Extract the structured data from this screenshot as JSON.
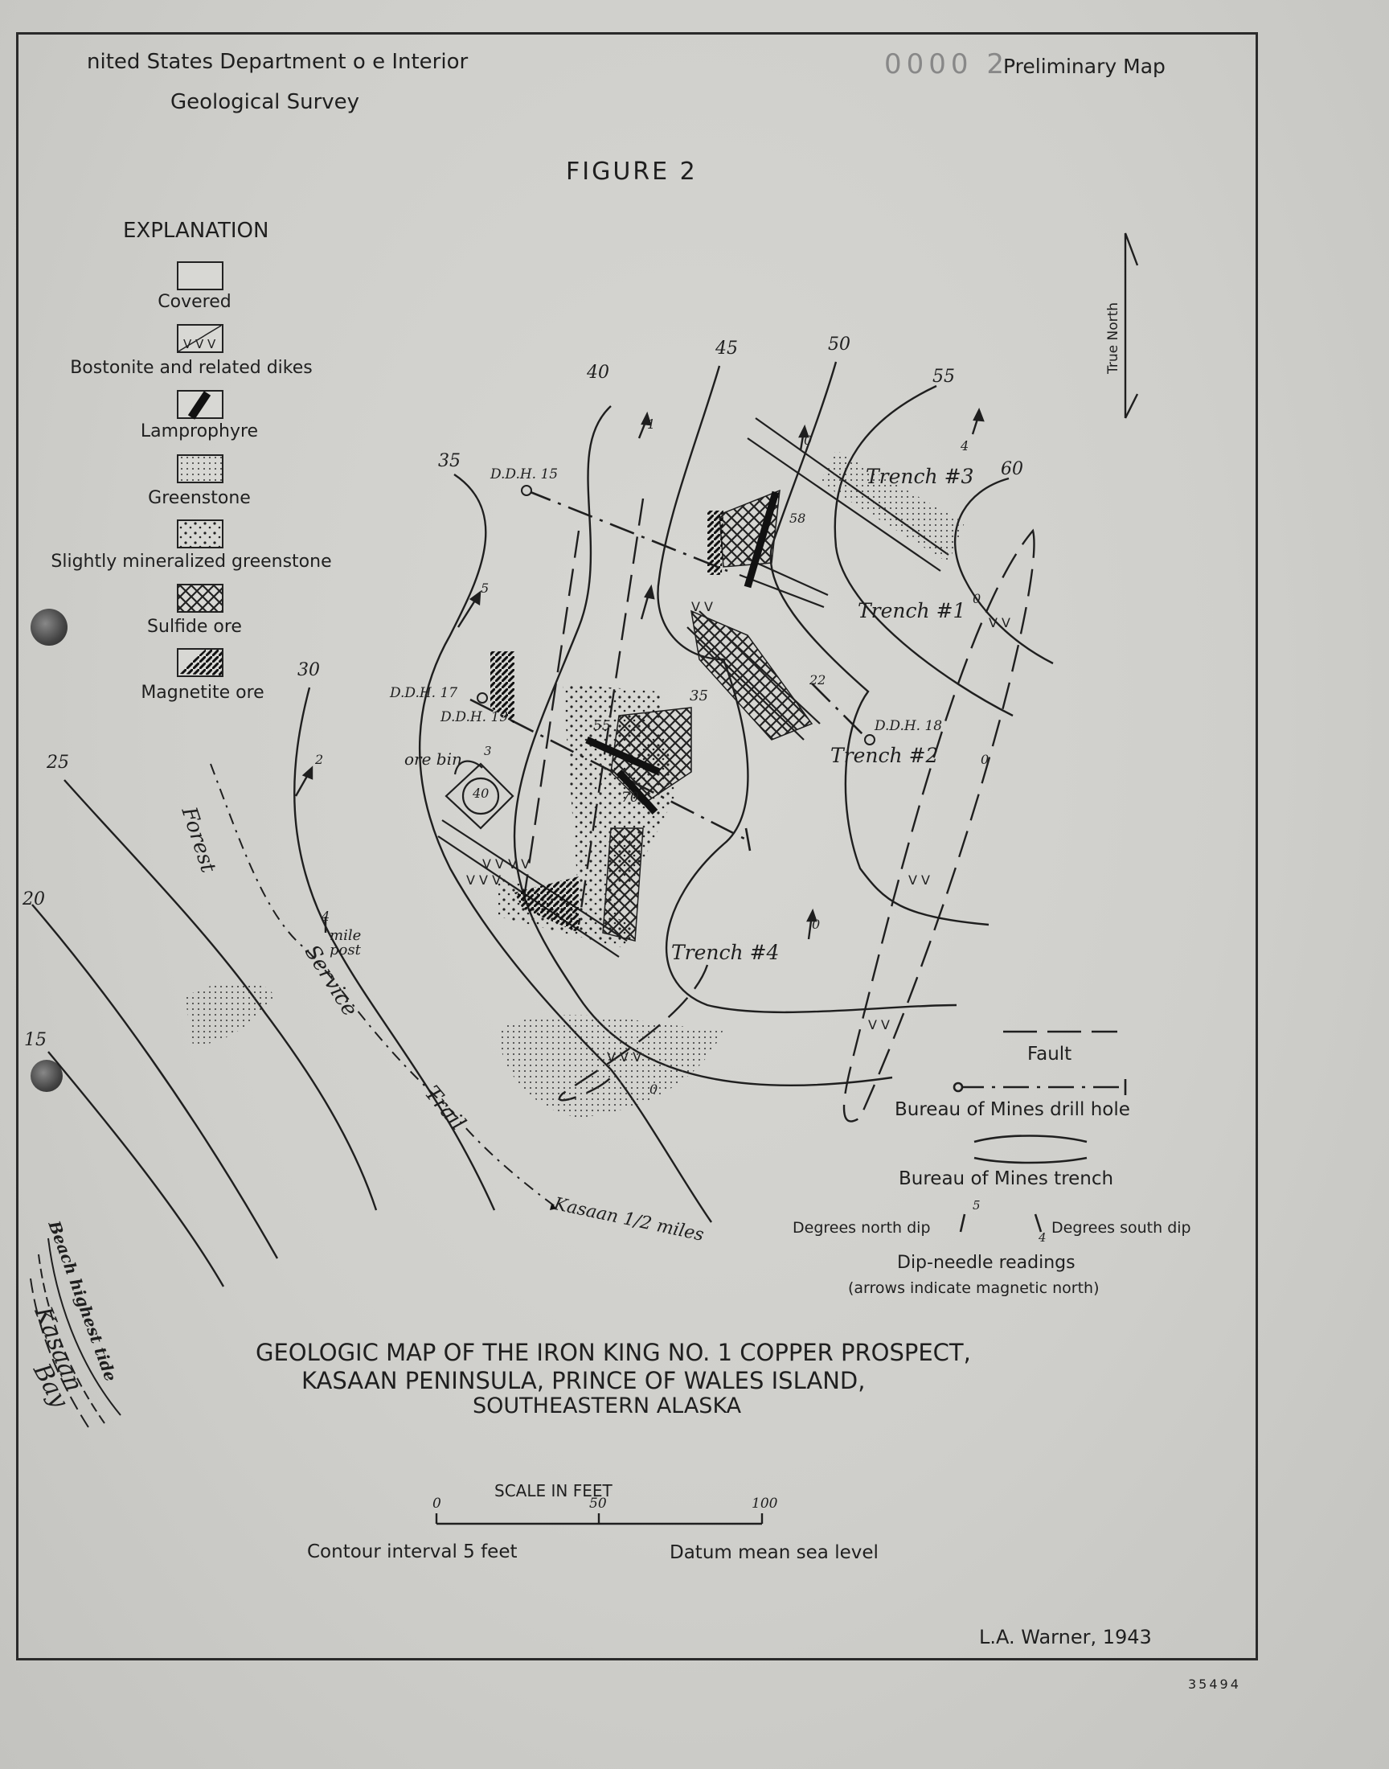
{
  "header": {
    "agency": "nited States Department o e Interior",
    "bureau": "Geological Survey",
    "stamp": "0000 2",
    "status": "Preliminary Map"
  },
  "figure_label": "FIGURE 2",
  "legend": {
    "title": "EXPLANATION",
    "items": [
      {
        "label": "Covered",
        "pattern": "blank"
      },
      {
        "label": "Bostonite and related dikes",
        "pattern": "v-marks"
      },
      {
        "label": "Lamprophyre",
        "pattern": "dike-bar"
      },
      {
        "label": "Greenstone",
        "pattern": "fine-dots"
      },
      {
        "label": "Slightly mineralized greenstone",
        "pattern": "coarse-dots"
      },
      {
        "label": "Sulfide ore",
        "pattern": "crosshatch"
      },
      {
        "label": "Magnetite ore",
        "pattern": "solid-hatch"
      }
    ]
  },
  "north_arrow": {
    "label": "True North"
  },
  "contours": [
    "15",
    "20",
    "25",
    "30",
    "35",
    "40",
    "45",
    "50",
    "55",
    "60"
  ],
  "map_labels": {
    "ddh15": "D.D.H. 15",
    "ddh17": "D.D.H. 17",
    "ddh19": "D.D.H. 19",
    "ddh18": "D.D.H. 18",
    "trench1": "Trench #1",
    "trench2": "Trench #2",
    "trench3": "Trench #3",
    "trench4": "Trench #4",
    "ore_bin": "ore bin",
    "ore_bin_elev": "40",
    "mile_post": "mile post",
    "forest": "Forest",
    "service": "Service",
    "trail": "Trail",
    "kasaan_distance": "Kasaan 1/2 miles",
    "beach": "Beach highest tide",
    "kasaan": "Kasaan",
    "bay": "Bay"
  },
  "dip_readings": [
    "1",
    "4",
    "5",
    "2",
    "4",
    "0",
    "0",
    "0",
    "0",
    "0",
    "58",
    "22",
    "35",
    "55",
    "70",
    "3"
  ],
  "key": {
    "fault": "Fault",
    "drill_hole": "Bureau of Mines drill hole",
    "trench": "Bureau of Mines trench",
    "north_dip": "Degrees north dip",
    "north_dip_value": "5",
    "south_dip": "Degrees south dip",
    "south_dip_value": "4",
    "dip_title": "Dip-needle readings",
    "dip_note": "(arrows indicate magnetic north)"
  },
  "title": {
    "line1": "GEOLOGIC MAP OF THE IRON KING NO. 1 COPPER PROSPECT,",
    "line2": "KASAAN PENINSULA, PRINCE OF WALES ISLAND,",
    "line3": "SOUTHEASTERN ALASKA"
  },
  "scale": {
    "title": "SCALE IN FEET",
    "ticks": [
      "0",
      "50",
      "100"
    ]
  },
  "contour_interval": "Contour interval 5 feet",
  "datum": "Datum mean sea level",
  "author": "L.A. Warner, 1943",
  "sheet_number": "35494",
  "colors": {
    "ink": "#1f1f1f",
    "paper": "#d3d3cf"
  }
}
